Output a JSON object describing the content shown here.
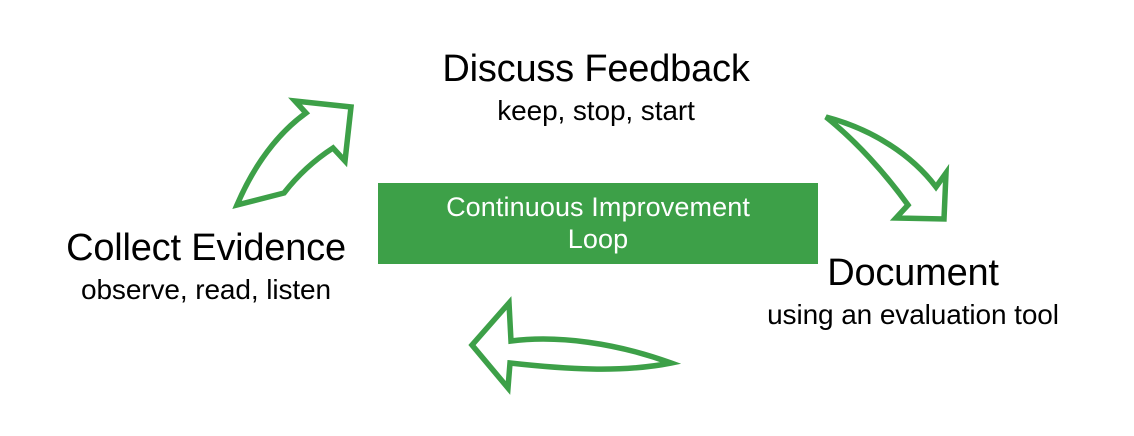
{
  "diagram": {
    "type": "cycle-loop",
    "center": {
      "label": "Continuous Improvement\nLoop",
      "color": "#3da048",
      "text_color": "#ffffff"
    },
    "nodes": [
      {
        "id": "discuss-feedback",
        "title": "Discuss Feedback",
        "subtitle": "keep, stop, start",
        "position": "top"
      },
      {
        "id": "collect-evidence",
        "title": "Collect Evidence",
        "subtitle": "observe, read, listen",
        "position": "left"
      },
      {
        "id": "document",
        "title": "Document",
        "subtitle": "using an evaluation tool",
        "position": "right"
      }
    ],
    "arrows": [
      {
        "id": "collect-to-discuss",
        "icon": "curved-arrow-up-right-icon",
        "from": "collect-evidence",
        "to": "discuss-feedback",
        "color": "#3da048"
      },
      {
        "id": "discuss-to-document",
        "icon": "curved-arrow-down-right-icon",
        "from": "discuss-feedback",
        "to": "document",
        "color": "#3da048"
      },
      {
        "id": "document-to-collect",
        "icon": "curved-arrow-left-icon",
        "from": "document",
        "to": "collect-evidence",
        "color": "#3da048"
      }
    ],
    "colors": {
      "accent": "#3da048",
      "text": "#000000",
      "background": "#ffffff"
    }
  }
}
